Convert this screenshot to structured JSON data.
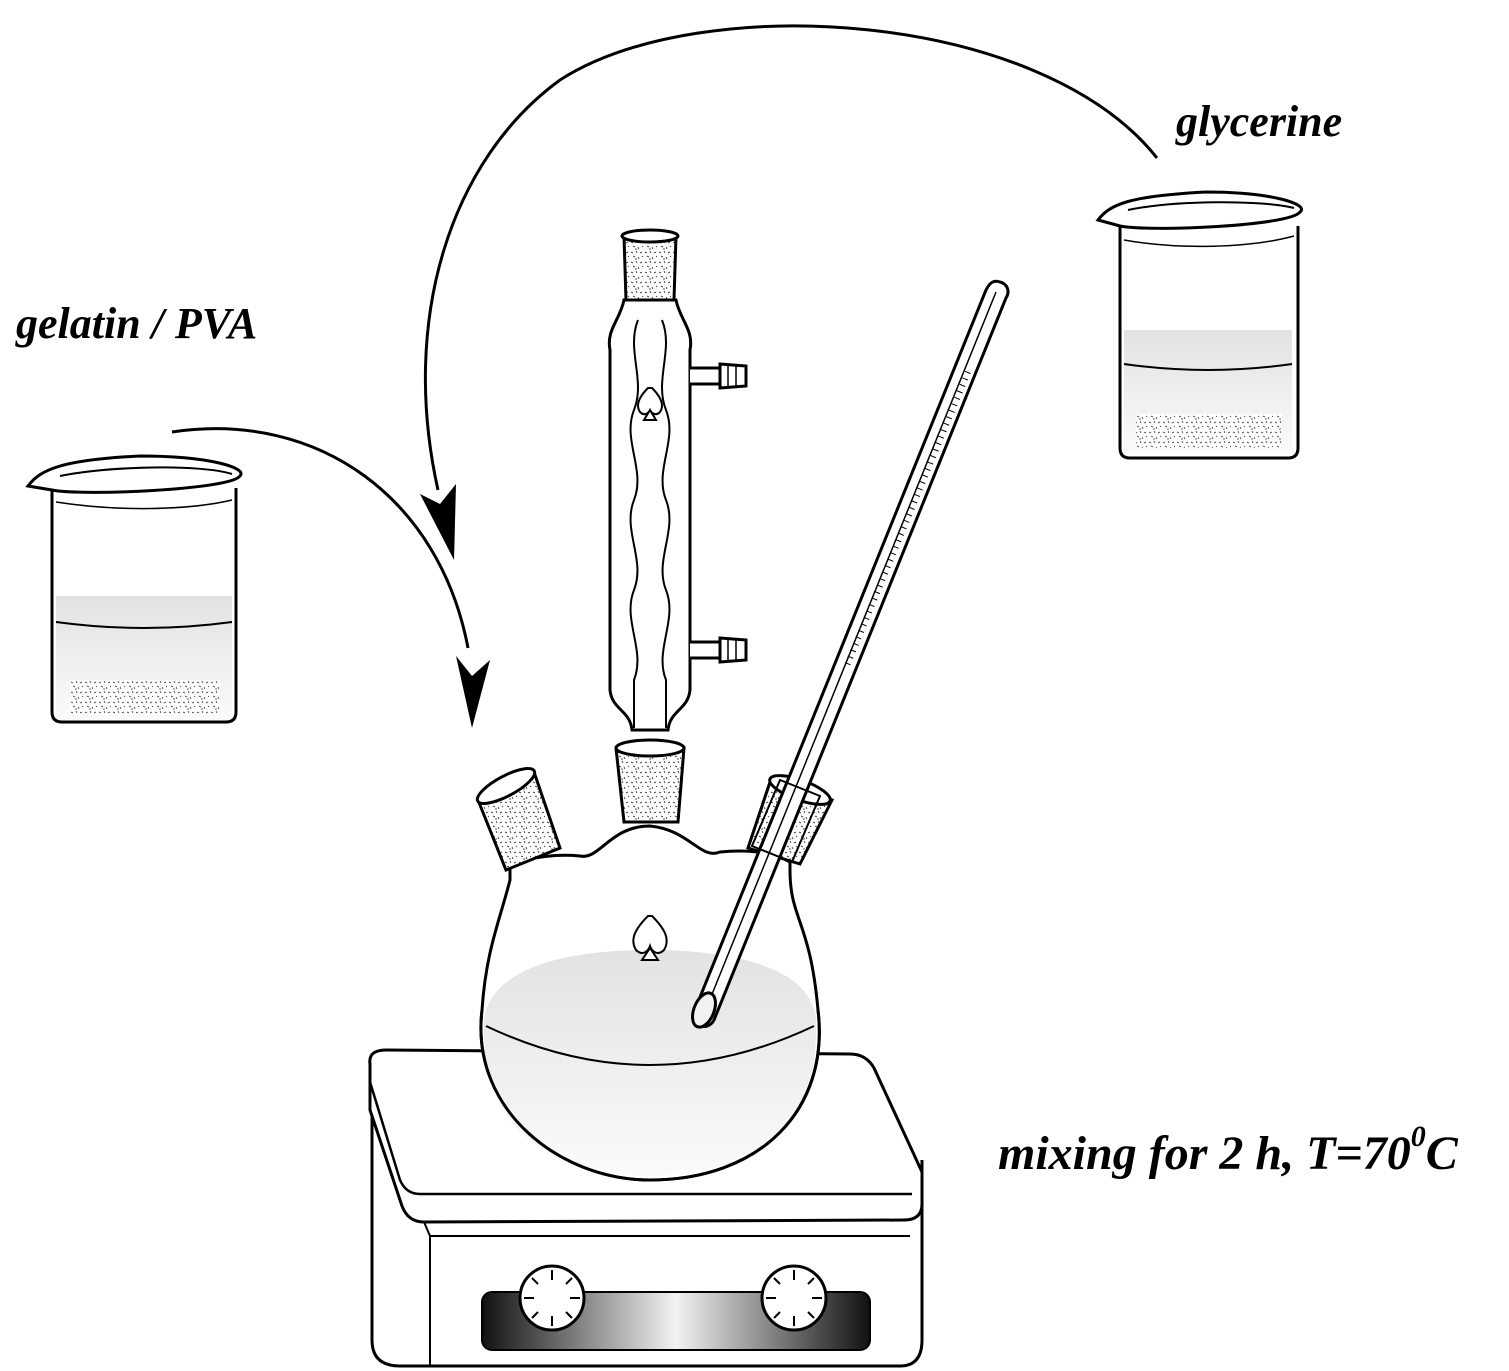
{
  "labels": {
    "gelatin_pva": "gelatin / PVA",
    "glycerine": "glycerine",
    "mixing_prefix": "mixing for 2 h, T=70",
    "mixing_superscript": "0",
    "mixing_suffix": "C"
  },
  "colors": {
    "ink": "#000000",
    "liquid": "#e6e6e6",
    "paper": "#ffffff"
  },
  "icons": {
    "beaker": "beaker-icon",
    "flask": "three-neck-flask-icon",
    "condenser": "reflux-condenser-icon",
    "thermometer": "thermometer-icon",
    "hotplate": "hotplate-stirrer-icon"
  }
}
